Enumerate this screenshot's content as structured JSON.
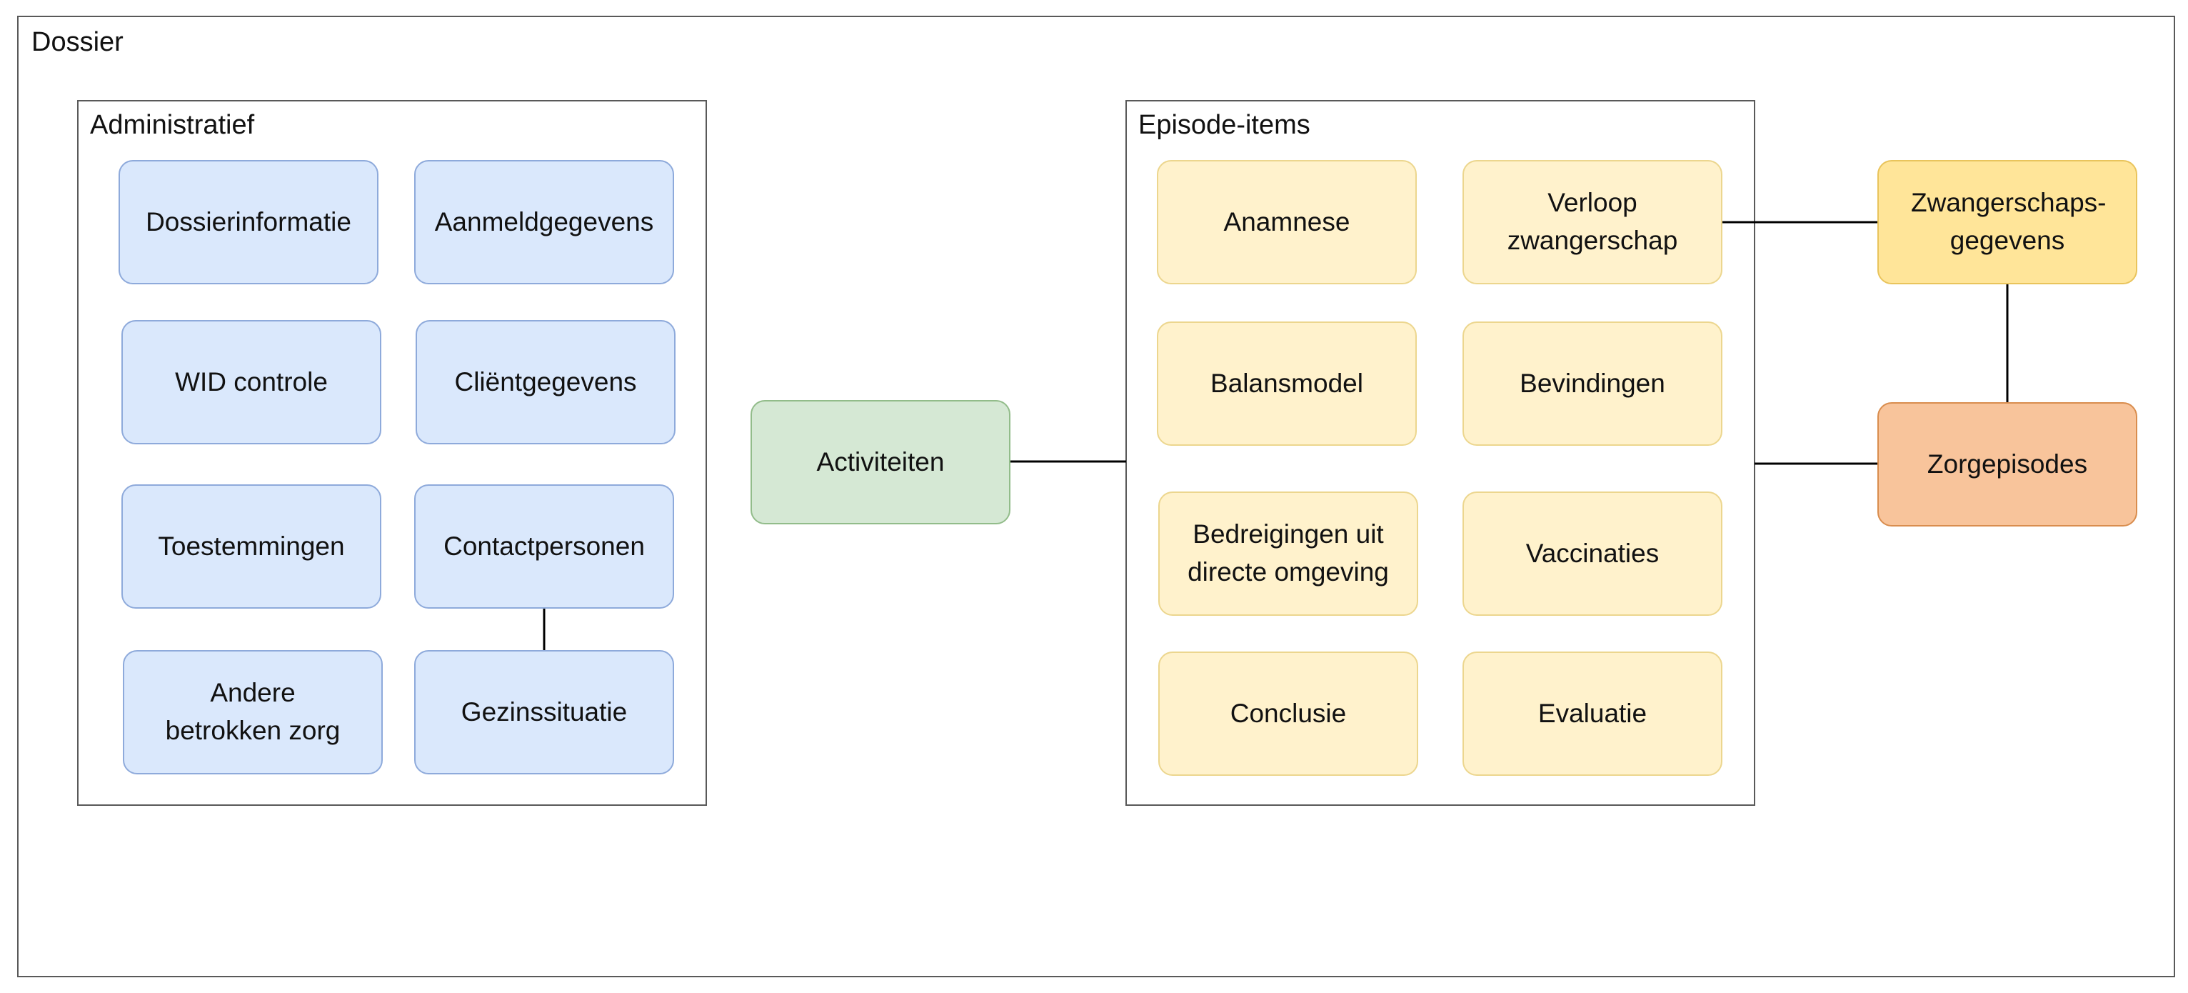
{
  "dossier": {
    "label": "Dossier"
  },
  "administratief": {
    "label": "Administratief",
    "items": [
      "Dossierinformatie",
      "Aanmeldgegevens",
      "WID controle",
      "Cliëntgegevens",
      "Toestemmingen",
      "Contactpersonen",
      "Andere betrokken zorg",
      "Gezinssituatie"
    ]
  },
  "activiteiten": {
    "label": "Activiteiten"
  },
  "episode_items": {
    "label": "Episode-items",
    "items": [
      "Anamnese",
      "Verloop zwangerschap",
      "Balansmodel",
      "Bevindingen",
      "Bedreigingen uit directe omgeving",
      "Vaccinaties",
      "Conclusie",
      "Evaluatie"
    ]
  },
  "zwangerschapsgegevens": {
    "label": "Zwangerschaps-gegevens"
  },
  "zorgepisodes": {
    "label": "Zorgepisodes"
  },
  "colors": {
    "administratief_fill": "#dae8fc",
    "episode_fill": "#fff2cc",
    "activiteiten_fill": "#d5e8d4",
    "zwangerschapsgegevens_fill": "#ffe599",
    "zorgepisodes_fill": "#f8c49b"
  }
}
